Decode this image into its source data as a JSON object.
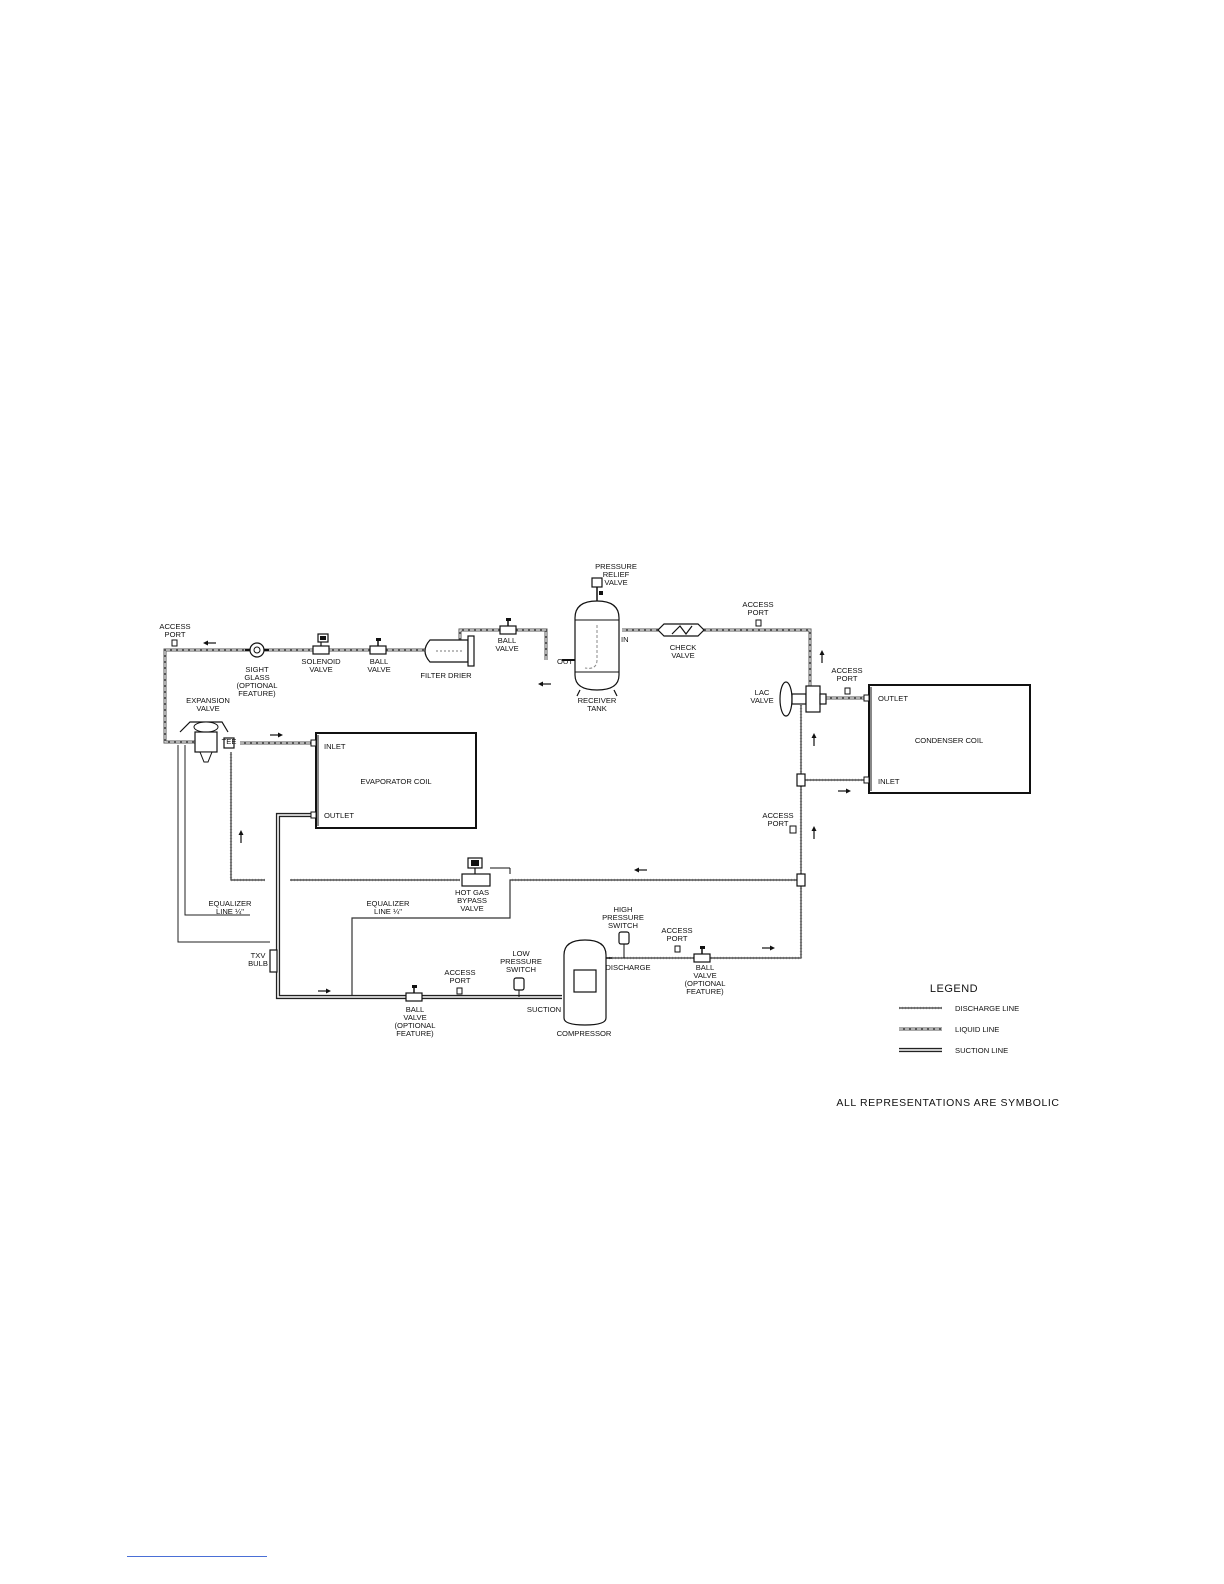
{
  "labels": {
    "access_port_1": [
      "ACCESS",
      "PORT"
    ],
    "sight_glass": [
      "SIGHT",
      "GLASS",
      "(OPTIONAL",
      "FEATURE)"
    ],
    "solenoid_valve": [
      "SOLENOID",
      "VALVE"
    ],
    "ball_valve_top": [
      "BALL",
      "VALVE"
    ],
    "filter_drier": "FILTER DRIER",
    "ball_valve_top2": [
      "BALL",
      "VALVE"
    ],
    "pressure_relief_valve": [
      "PRESSURE",
      "RELIEF",
      "VALVE"
    ],
    "receiver_out": "OUT",
    "receiver_in": "IN",
    "receiver_tank": [
      "RECEIVER",
      "TANK"
    ],
    "check_valve": [
      "CHECK",
      "VALVE"
    ],
    "access_port_2": [
      "ACCESS",
      "PORT"
    ],
    "access_port_3": [
      "ACCESS",
      "PORT"
    ],
    "lac_valve": [
      "LAC",
      "VALVE"
    ],
    "expansion_valve": [
      "EXPANSION",
      "VALVE"
    ],
    "tee": "TEE",
    "evap_inlet": "INLET",
    "evap_outlet": "OUTLET",
    "evaporator_coil": "EVAPORATOR COIL",
    "cond_outlet": "OUTLET",
    "cond_inlet": "INLET",
    "condenser_coil": "CONDENSER COIL",
    "access_port_4": [
      "ACCESS",
      "PORT"
    ],
    "hot_gas_bypass": [
      "HOT GAS",
      "BYPASS",
      "VALVE"
    ],
    "equalizer_1": [
      "EQUALIZER",
      "LINE ¼\""
    ],
    "equalizer_2": [
      "EQUALIZER",
      "LINE ¼\""
    ],
    "txv_bulb": [
      "TXV",
      "BULB"
    ],
    "high_pressure_switch": [
      "HIGH",
      "PRESSURE",
      "SWITCH"
    ],
    "access_port_5": [
      "ACCESS",
      "PORT"
    ],
    "discharge": "DISCHARGE",
    "ball_valve_right": [
      "BALL",
      "VALVE",
      "(OPTIONAL",
      "FEATURE)"
    ],
    "low_pressure_switch": [
      "LOW",
      "PRESSURE",
      "SWITCH"
    ],
    "access_port_6": [
      "ACCESS",
      "PORT"
    ],
    "suction": "SUCTION",
    "compressor": "COMPRESSOR",
    "ball_valve_bottom": [
      "BALL",
      "VALVE",
      "(OPTIONAL",
      "FEATURE)"
    ]
  },
  "legend": {
    "title": "LEGEND",
    "items": [
      {
        "label": "DISCHARGE LINE",
        "style": "discharge"
      },
      {
        "label": "LIQUID LINE",
        "style": "liquid"
      },
      {
        "label": "SUCTION LINE",
        "style": "suction"
      }
    ]
  },
  "note": "ALL REPRESENTATIONS ARE SYMBOLIC"
}
